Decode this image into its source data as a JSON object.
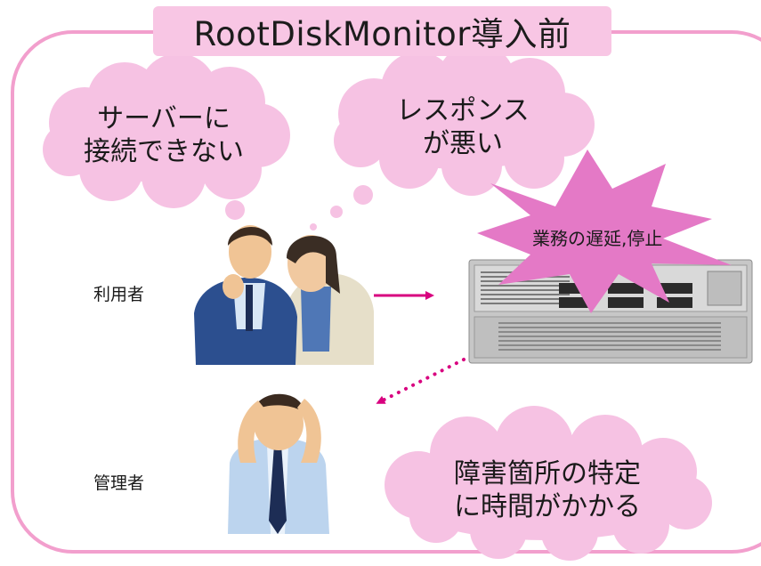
{
  "title": "RootDiskMonitor導入前",
  "clouds": {
    "connect": [
      "サーバーに",
      "接続できない"
    ],
    "response": [
      "レスポンス",
      "が悪い"
    ],
    "identify": [
      "障害箇所の特定",
      "に時間がかかる"
    ]
  },
  "burst": "業務の遅延,停止",
  "actors": {
    "users": "利用者",
    "admin": "管理者"
  },
  "colors": {
    "frame": "#f29fcd",
    "title_bg": "#f8c6e4",
    "cloud": "#f6c2e3",
    "burst": "#e479c6",
    "arrow": "#d8007f"
  }
}
